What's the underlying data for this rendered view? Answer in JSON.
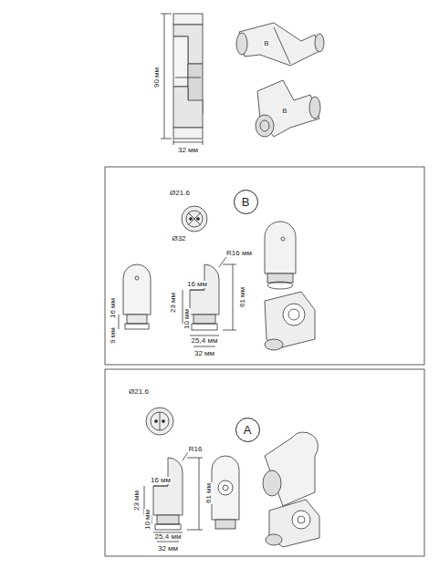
{
  "diagram": {
    "nodes": [
      {
        "text": [
          "B"
        ]
      },
      {
        "text": [
          "A"
        ]
      }
    ],
    "labels": [
      "90 мм",
      "32 мм",
      "B",
      "B",
      "Ø21.6",
      "Ø32",
      "R16 мм",
      "16 мм",
      "23 мм",
      "10 мм",
      "61 мм",
      "16 мм",
      "9 мм",
      "25,4 мм",
      "32 мм",
      "Ø21.6",
      "R16",
      "16 мм",
      "23 мм",
      "10 мм",
      "61 мм",
      "25,4 мм",
      "32 мм"
    ]
  }
}
